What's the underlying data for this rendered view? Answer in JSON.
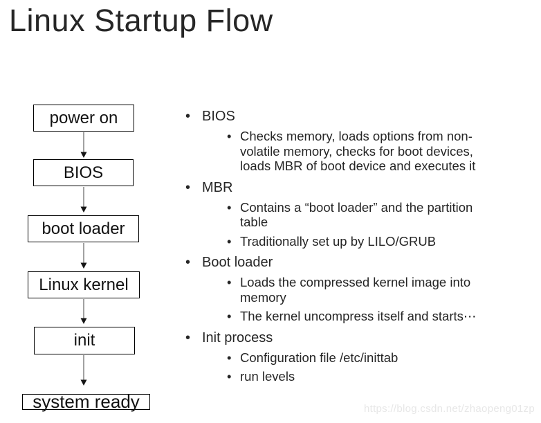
{
  "title": "Linux Startup Flow",
  "watermark": "https://blog.csdn.net/zhaopeng01zp",
  "glyphs": {
    "bullet": "•"
  },
  "flowchart": {
    "nodes": [
      "power on",
      "BIOS",
      "boot loader",
      "Linux kernel",
      "init",
      "system ready"
    ]
  },
  "bullets": [
    {
      "label": "BIOS",
      "sub": [
        "Checks memory, loads options from non-\nvolatile memory, checks for boot devices,\nloads MBR of boot device and executes it"
      ]
    },
    {
      "label": "MBR",
      "sub": [
        "Contains a “boot loader” and the partition\ntable",
        "Traditionally set up by LILO/GRUB"
      ]
    },
    {
      "label": "Boot loader",
      "sub": [
        "Loads the compressed kernel image into\nmemory",
        "The kernel uncompress itself and starts⋯"
      ]
    },
    {
      "label": "Init process",
      "sub": [
        "Configuration file /etc/inittab",
        "run levels"
      ]
    }
  ]
}
